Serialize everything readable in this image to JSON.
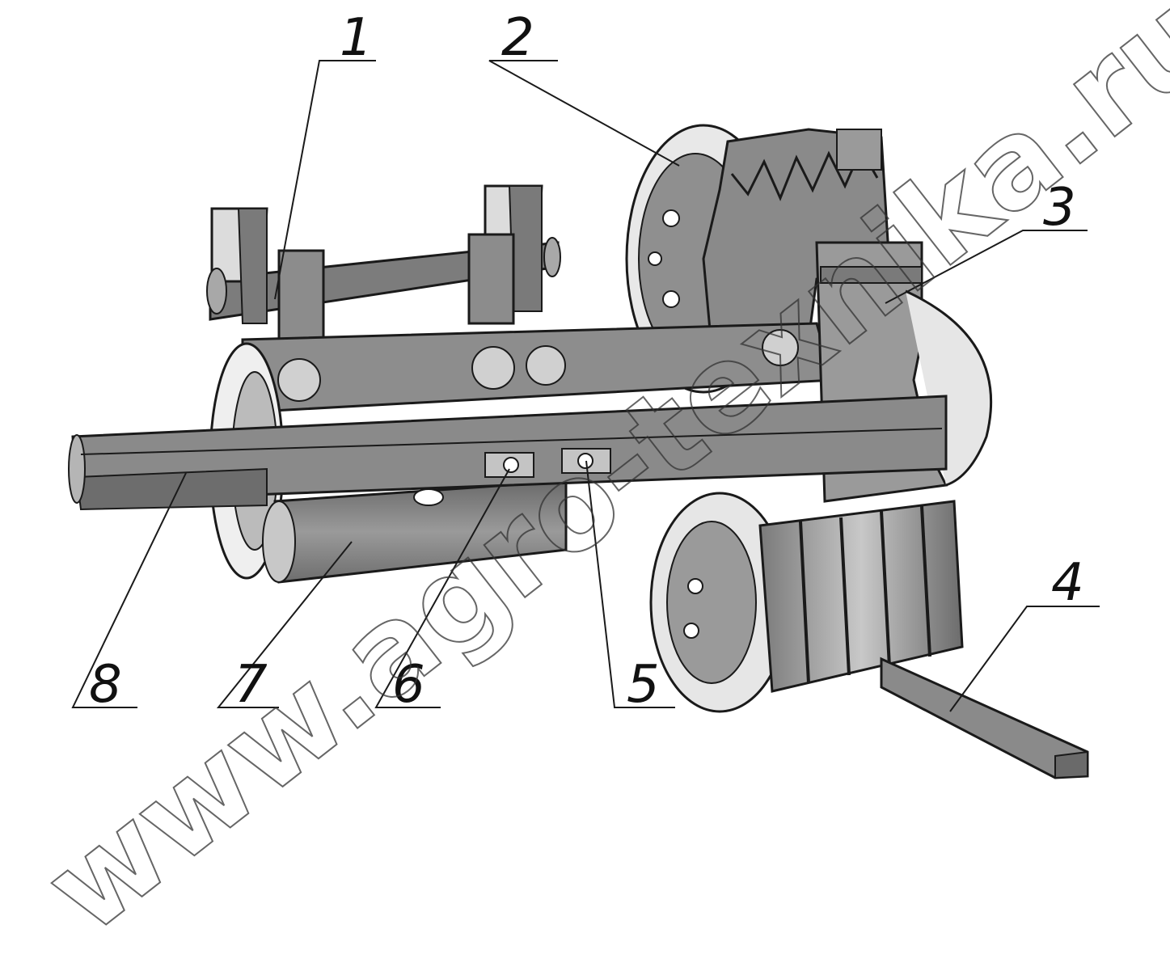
{
  "callouts": [
    {
      "id": "1",
      "label": "1"
    },
    {
      "id": "2",
      "label": "2"
    },
    {
      "id": "3",
      "label": "3"
    },
    {
      "id": "4",
      "label": "4"
    },
    {
      "id": "5",
      "label": "5"
    },
    {
      "id": "6",
      "label": "6"
    },
    {
      "id": "7",
      "label": "7"
    },
    {
      "id": "8",
      "label": "8"
    }
  ],
  "watermark": "www.agro-texnika.ru",
  "colors": {
    "part_fill": "#8a8a8a",
    "part_dark": "#5e5e5e",
    "part_light": "#bdbdbd",
    "outline": "#1a1a1a"
  }
}
